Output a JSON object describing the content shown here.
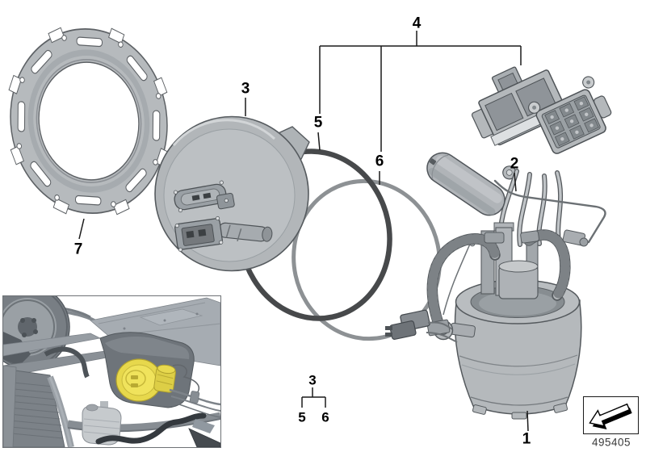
{
  "diagram": {
    "callouts": {
      "c1": "1",
      "c2": "2",
      "c3": "3",
      "c4": "4",
      "c5": "5",
      "c6": "6",
      "c7": "7",
      "sub3": "3",
      "sub5": "5",
      "sub6": "6"
    },
    "part_number": "495405",
    "colors": {
      "part_fill": "#b5b9bc",
      "part_stroke": "#54595d",
      "oring_dark_color": "#47494b",
      "oring_light_color": "#8d9194",
      "location_highlight": "#e7d84c",
      "callout_line": "#1a1a1a"
    },
    "icons": {
      "direction_arrow": "arrow-down-left-3d-icon"
    }
  }
}
